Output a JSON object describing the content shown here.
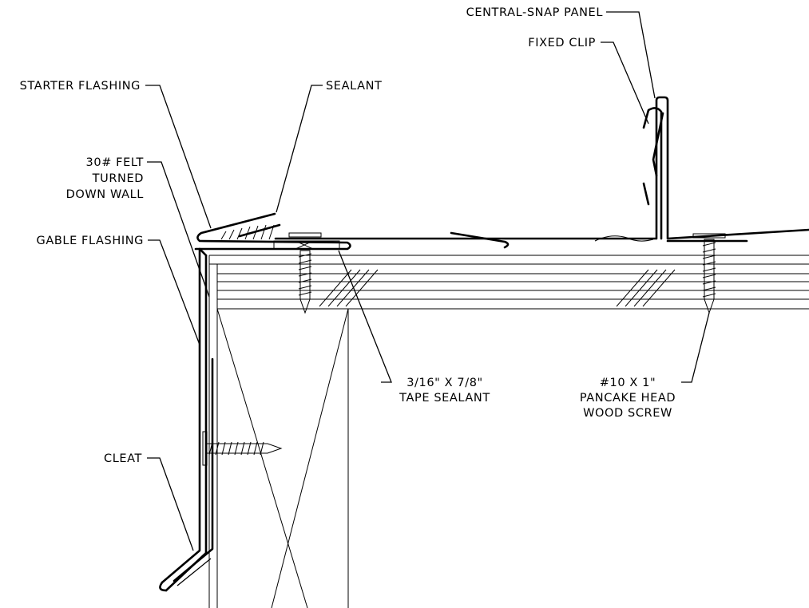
{
  "labels": {
    "central_snap_panel": "CENTRAL-SNAP PANEL",
    "fixed_clip": "FIXED CLIP",
    "starter_flashing": "STARTER FLASHING",
    "sealant": "SEALANT",
    "felt_line1": "30# FELT",
    "felt_line2": "TURNED",
    "felt_line3": "DOWN WALL",
    "gable_flashing": "GABLE FLASHING",
    "tape_sealant_line1": "3/16\" X 7/8\"",
    "tape_sealant_line2": "TAPE SEALANT",
    "screw_line1": "#10 X 1\"",
    "screw_line2": "PANCAKE HEAD",
    "screw_line3": "WOOD SCREW",
    "cleat": "CLEAT"
  },
  "colors": {
    "line": "#000000",
    "background": "#ffffff"
  }
}
